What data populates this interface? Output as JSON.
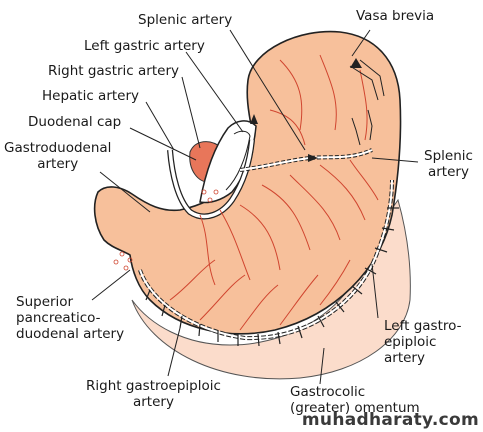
{
  "labels": {
    "splenic_artery_top": "Splenic artery",
    "vasa_brevia": "Vasa brevia",
    "left_gastric_artery": "Left gastric artery",
    "right_gastric_artery": "Right gastric artery",
    "hepatic_artery": "Hepatic artery",
    "duodenal_cap": "Duodenal cap",
    "gastroduodenal_line1": "Gastroduodenal",
    "gastroduodenal_line2": "artery",
    "splenic_artery_right_line1": "Splenic",
    "splenic_artery_right_line2": "artery",
    "superior_line1": "Superior",
    "superior_line2": "pancreatico-",
    "superior_line3": "duodenal artery",
    "left_gastro_line1": "Left gastro-",
    "left_gastro_line2": "epiploic",
    "left_gastro_line3": "artery",
    "right_gastroepiploic_line1": "Right gastroepiploic",
    "right_gastroepiploic_line2": "artery",
    "gastrocolic_line1": "Gastrocolic",
    "gastrocolic_line2": "(greater) omentum"
  },
  "watermark": "muhadharaty.com",
  "colors": {
    "stomach_fill": "#f7c09b",
    "omentum_fill": "#fbdccb",
    "vessel_red": "#d0452f",
    "duodenal_cap_fill": "#e8765a",
    "outline": "#222222"
  }
}
